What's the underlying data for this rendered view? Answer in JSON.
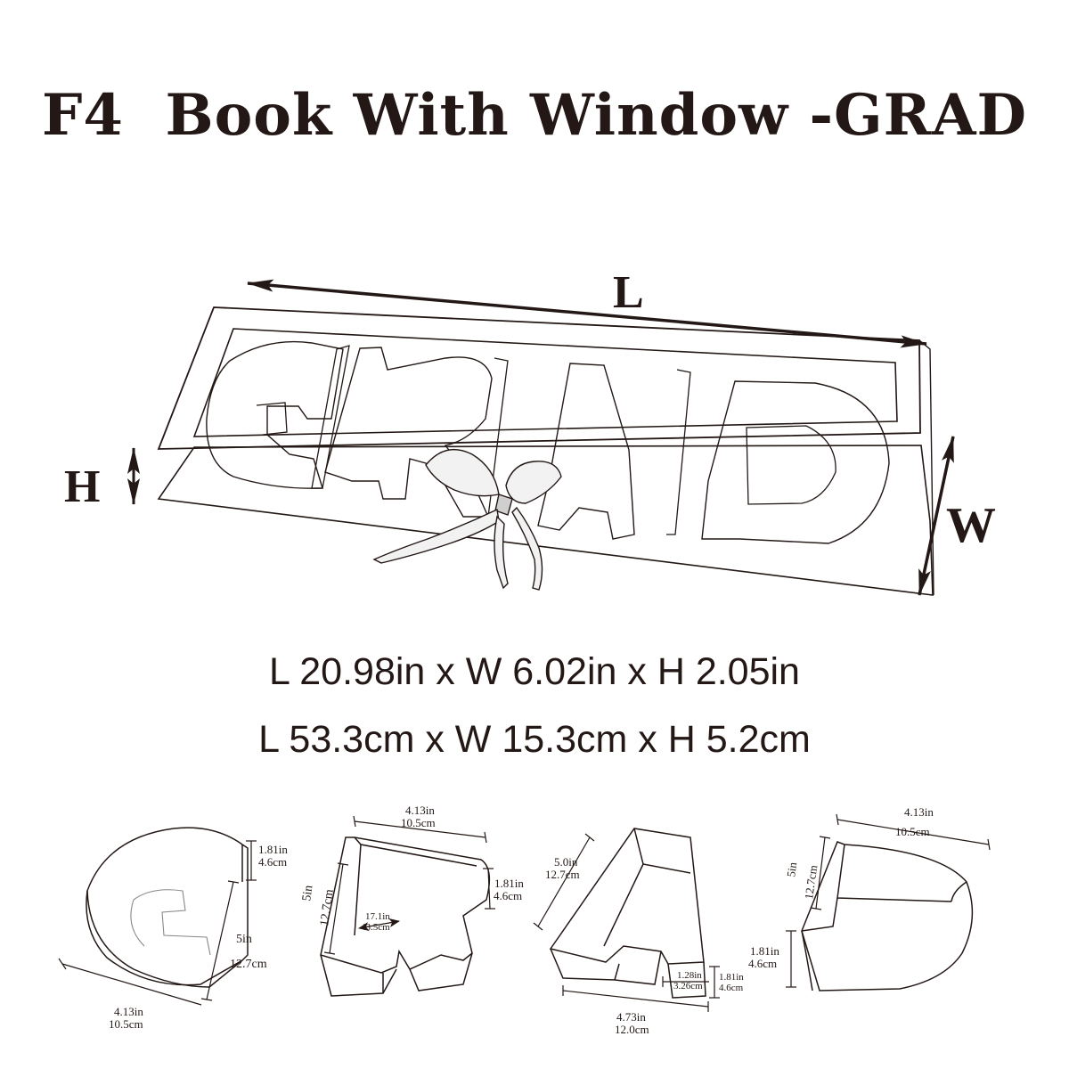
{
  "title": "F4  Book With Window -GRAD",
  "axis_labels": {
    "length": "L",
    "height": "H",
    "width": "W"
  },
  "dimensions": {
    "imperial": "L 20.98in x W 6.02in x H 2.05in",
    "metric": "L 53.3cm x W 15.3cm x H 5.2cm"
  },
  "letters": {
    "G": {
      "width_in": "4.13in",
      "width_cm": "10.5cm",
      "height_in": "5in",
      "height_cm": "12.7cm",
      "depth_in": "1.81in",
      "depth_cm": "4.6cm"
    },
    "R": {
      "width_in": "4.13in",
      "width_cm": "10.5cm",
      "height_in": "5in",
      "height_cm": "12.7cm",
      "depth_in": "1.81in",
      "depth_cm": "4.6cm",
      "inner_in": "17.1in",
      "inner_cm": "43.5cm"
    },
    "A": {
      "width_in": "4.73in",
      "width_cm": "12.0cm",
      "height_in": "5.0in",
      "height_cm": "12.7cm",
      "depth_in": "1.81in",
      "depth_cm": "4.6cm",
      "foot_in": "1.28in",
      "foot_cm": "3.26cm"
    },
    "D": {
      "width_in": "4.13in",
      "width_cm": "10.5cm",
      "height_in": "5in",
      "height_cm": "12.7cm",
      "depth_in": "1.81in",
      "depth_cm": "4.6cm"
    }
  }
}
